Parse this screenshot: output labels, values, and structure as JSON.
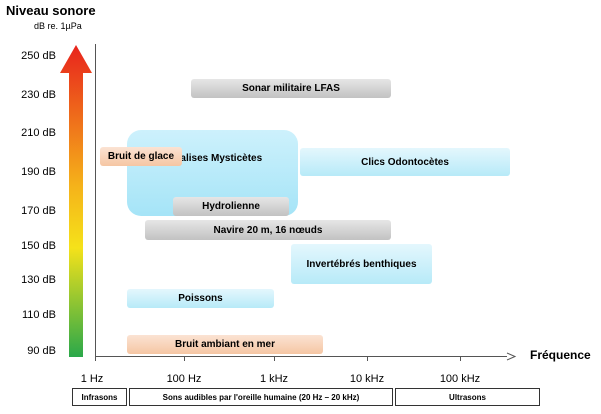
{
  "yaxis": {
    "title": "Niveau sonore",
    "unit": "dB re. 1µPa",
    "ticks": [
      "250 dB",
      "230 dB",
      "210 dB",
      "190 dB",
      "170 dB",
      "150 dB",
      "130 dB",
      "110 dB",
      "90 dB"
    ]
  },
  "xaxis": {
    "title": "Fréquence",
    "ticks": [
      "1 Hz",
      "100 Hz",
      "1 kHz",
      "10 kHz",
      "100 kHz"
    ]
  },
  "bands": {
    "infrasons": "Infrasons",
    "audible": "Sons audibles par l'oreille humaine (20 Hz – 20 kHz)",
    "ultrasons": "Ultrasons"
  },
  "sources": {
    "sonar": "Sonar militaire LFAS",
    "bruit_glace": "Bruit de glace",
    "clics": "Clics Odontocètes",
    "vocalises": "Vocalises Mysticètes",
    "hydrolienne": "Hydrolienne",
    "navire": "Navire 20 m, 16 nœuds",
    "invertebres": "Invertébrés benthiques",
    "poissons": "Poissons",
    "bruit_ambiant": "Bruit ambiant en mer"
  },
  "colors": {
    "gray": "#c8c8c8",
    "cyan": "#c4eefa",
    "peach": "#f7caa9",
    "arrow_top": "#e8231c",
    "arrow_mid": "#f5e21a",
    "arrow_bottom": "#2aa84a"
  }
}
